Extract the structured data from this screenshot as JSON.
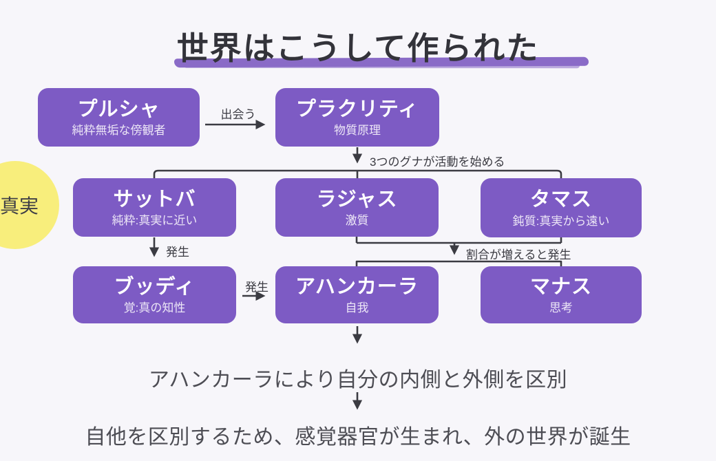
{
  "title": "世界はこうして作られた",
  "truth_label": "真実",
  "nodes": {
    "purusha": {
      "title": "プルシャ",
      "subtitle": "純粋無垢な傍観者"
    },
    "prakriti": {
      "title": "プラクリティ",
      "subtitle": "物質原理"
    },
    "sattva": {
      "title": "サットバ",
      "subtitle": "純粋:真実に近い"
    },
    "rajas": {
      "title": "ラジャス",
      "subtitle": "激質"
    },
    "tamas": {
      "title": "タマス",
      "subtitle": "鈍質:真実から遠い"
    },
    "buddhi": {
      "title": "ブッディ",
      "subtitle": "覚:真の知性"
    },
    "ahamkara": {
      "title": "アハンカーラ",
      "subtitle": "自我"
    },
    "manas": {
      "title": "マナス",
      "subtitle": "思考"
    }
  },
  "edges": {
    "meet": "出会う",
    "gunas_start": "3つのグナが活動を始める",
    "arise_from_sattva": "発生",
    "arise_ratio": "割合が増えると発生",
    "arise_from_buddhi": "発生"
  },
  "footer": {
    "line1": "アハンカーラにより自分の内側と外側を区別",
    "line2": "自他を区別するため、感覚器官が生まれ、外の世界が誕生"
  },
  "colors": {
    "background": "#f7f6fa",
    "node_purple": "#7d5bc4",
    "underline_purple": "#8a6bc7",
    "truth_yellow": "#f8ee7c",
    "line_dark": "#3b3b42",
    "title_dark": "#33333a",
    "footer_gray": "#4d4d54"
  }
}
